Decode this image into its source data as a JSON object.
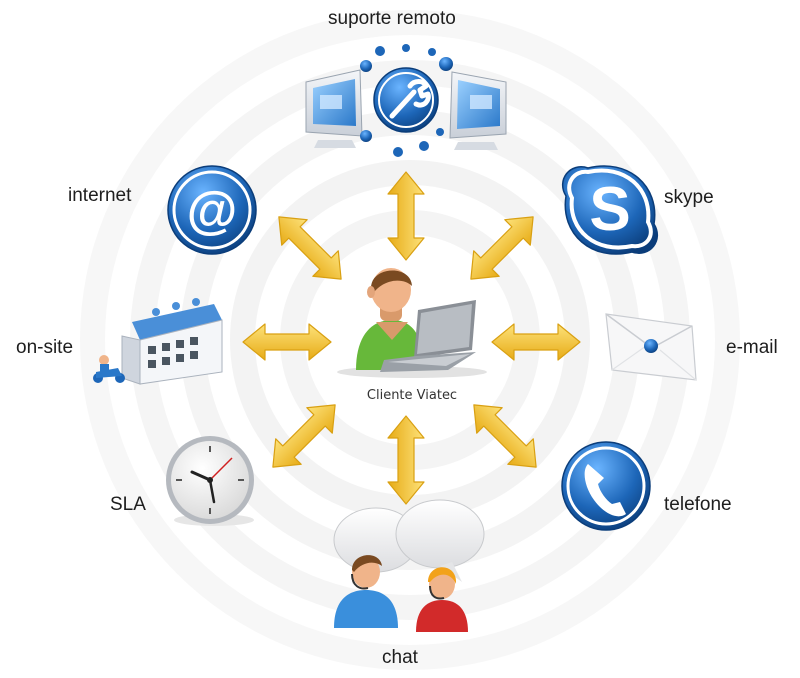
{
  "center": {
    "label": "Cliente Viatec",
    "icon": "customer-laptop-icon"
  },
  "channels": [
    {
      "id": "suporte-remoto",
      "label": "suporte remoto",
      "icon": "remote-support-icon"
    },
    {
      "id": "skype",
      "label": "skype",
      "icon": "skype-icon"
    },
    {
      "id": "e-mail",
      "label": "e-mail",
      "icon": "envelope-icon"
    },
    {
      "id": "telefone",
      "label": "telefone",
      "icon": "phone-icon"
    },
    {
      "id": "chat",
      "label": "chat",
      "icon": "chat-people-icon"
    },
    {
      "id": "sla",
      "label": "SLA",
      "icon": "clock-icon"
    },
    {
      "id": "on-site",
      "label": "on-site",
      "icon": "building-scooter-icon"
    },
    {
      "id": "internet",
      "label": "internet",
      "icon": "at-sign-icon"
    }
  ],
  "colors": {
    "arrow": "#f2c230",
    "arrow_dark": "#d9a012",
    "icon_blue": "#1d66b8",
    "ring": "#f3f3f3"
  }
}
